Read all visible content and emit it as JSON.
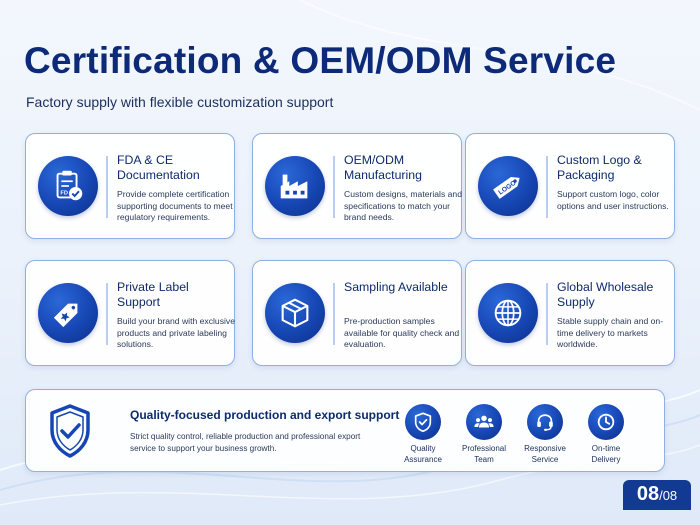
{
  "header": {
    "title": "Certification & OEM/ODM Service",
    "subtitle": "Factory supply with flexible customization support"
  },
  "cards": [
    {
      "title": "FDA & CE Documentation",
      "desc": "Provide complete certification supporting documents to meet regulatory requirements.",
      "icon": "clipboard-check-icon"
    },
    {
      "title": "OEM/ODM Manufacturing",
      "desc": "Custom designs, materials and specifications to match your brand needs.",
      "icon": "factory-icon"
    },
    {
      "title": "Custom Logo & Packaging",
      "desc": "Support custom logo, color options and user instructions.",
      "icon": "logo-tag-icon",
      "tag_text": "LOGO"
    },
    {
      "title": "Private Label Support",
      "desc": "Build your brand with exclusive products and private labeling solutions.",
      "icon": "star-tag-icon"
    },
    {
      "title": "Sampling Available",
      "desc": "Pre-production samples available for quality check and evaluation.",
      "icon": "box-icon"
    },
    {
      "title": "Global Wholesale Supply",
      "desc": "Stable supply chain and on-time delivery to markets worldwide.",
      "icon": "globe-icon"
    }
  ],
  "bottom": {
    "title": "Quality-focused production and export support",
    "desc": "Strict quality control, reliable production and professional export service to support your business growth.",
    "features": [
      {
        "label_lines": [
          "Quality",
          "Assurance"
        ],
        "icon": "shield-check-icon"
      },
      {
        "label_lines": [
          "Professional",
          "Team"
        ],
        "icon": "team-icon"
      },
      {
        "label_lines": [
          "Responsive",
          "Service"
        ],
        "icon": "headset-icon"
      },
      {
        "label_lines": [
          "On-time",
          "Delivery"
        ],
        "icon": "clock-icon"
      }
    ]
  },
  "page": {
    "current": "08",
    "total": "/08"
  },
  "colors": {
    "primary": "#1646b3",
    "title": "#0d2a78",
    "border": "#8fb0e0",
    "badge": "#123a93"
  }
}
